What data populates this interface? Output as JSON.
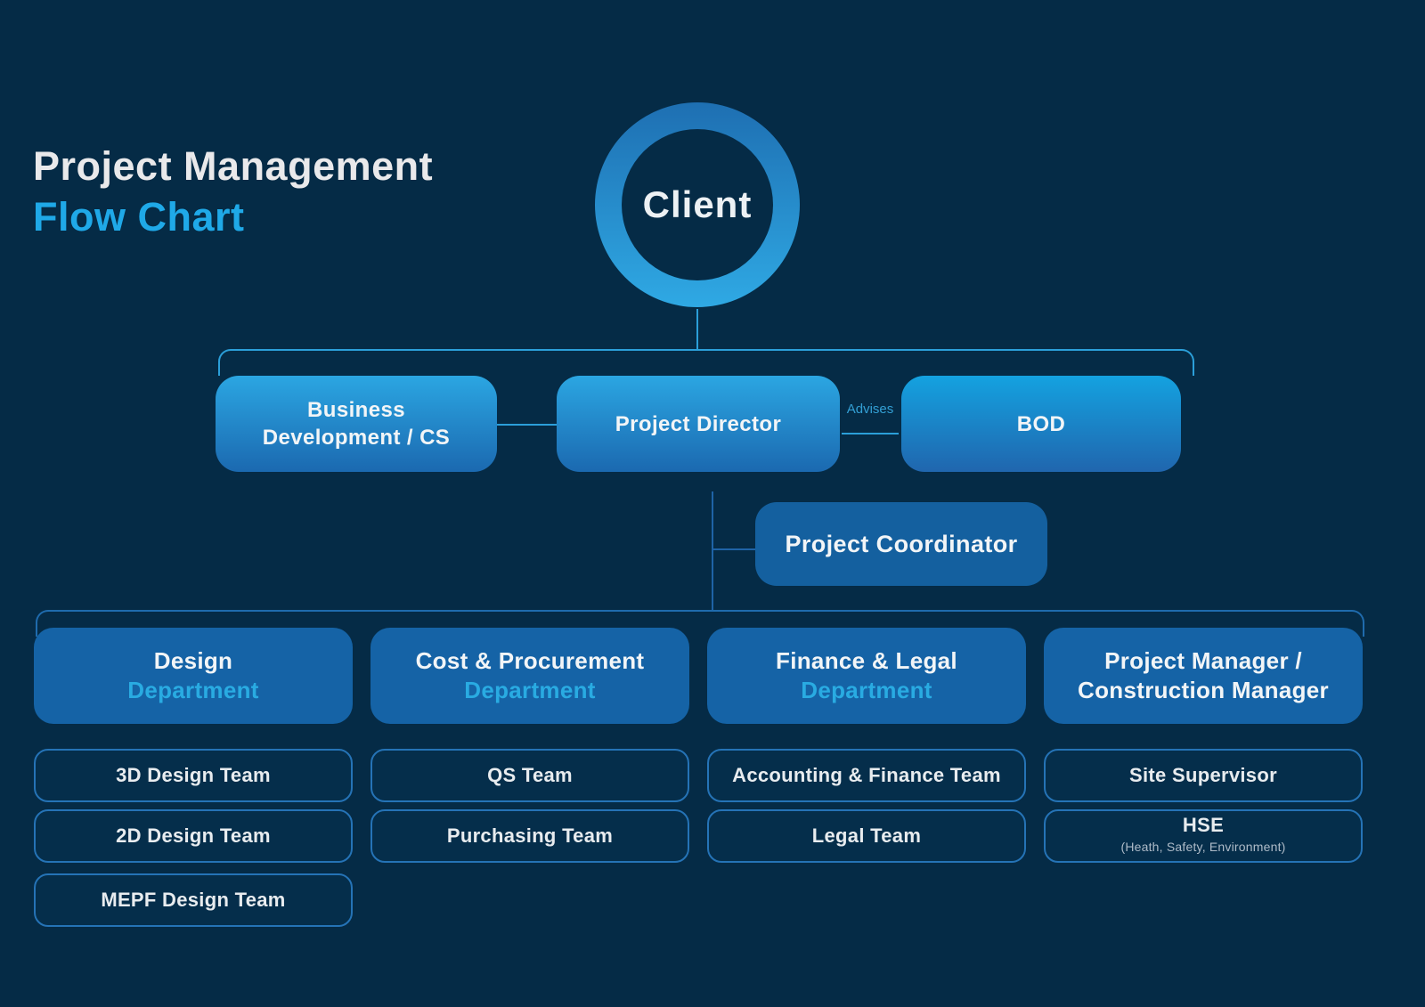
{
  "title": {
    "line1": "Project Management",
    "line2": "Flow Chart"
  },
  "client": {
    "label": "Client"
  },
  "level2": {
    "business_development": {
      "line1": "Business",
      "line2": "Development / CS"
    },
    "project_director": {
      "label": "Project Director"
    },
    "advises_label": "Advises",
    "bod": {
      "label": "BOD"
    }
  },
  "coordinator": {
    "label": "Project Coordinator"
  },
  "departments": [
    {
      "header": {
        "line1": "Design",
        "line2": "Department"
      },
      "teams": [
        {
          "label": "3D Design Team"
        },
        {
          "label": "2D Design Team"
        },
        {
          "label": "MEPF Design Team"
        }
      ]
    },
    {
      "header": {
        "line1": "Cost & Procurement",
        "line2": "Department"
      },
      "teams": [
        {
          "label": "QS Team"
        },
        {
          "label": "Purchasing Team"
        }
      ]
    },
    {
      "header": {
        "line1": "Finance & Legal",
        "line2": "Department"
      },
      "teams": [
        {
          "label": "Accounting & Finance Team"
        },
        {
          "label": "Legal Team"
        }
      ]
    },
    {
      "header": {
        "line1": "Project Manager /",
        "line2": "Construction Manager"
      },
      "teams": [
        {
          "label": "Site Supervisor"
        },
        {
          "label": "HSE",
          "sub": "(Heath, Safety, Environment)"
        }
      ]
    }
  ],
  "colors": {
    "background": "#052B46",
    "accent_cyan": "#1FA9E8",
    "box_gradient_top": "#2BA6E2",
    "box_gradient_bottom": "#1B69B0",
    "solid_box_blue": "#1563A6",
    "coordinator_blue": "#14609F",
    "team_outline_blue": "#2573B6",
    "connector_bright": "#2B9FD9",
    "connector_dim": "#1F6BAD",
    "text_white": "#F2F5F7",
    "department_label_cyan": "#29ABE2"
  }
}
